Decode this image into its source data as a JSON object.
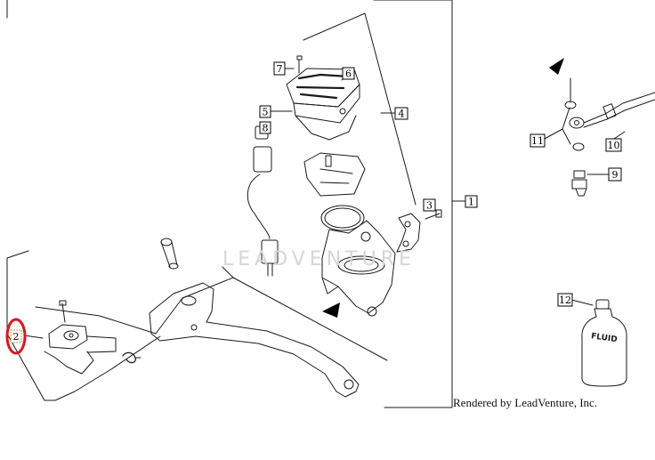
{
  "diagram": {
    "credit": "Rendered by LeadVenture, Inc.",
    "watermark": "LEADVENTURE",
    "fluid_label": "FLUID",
    "parts": [
      {
        "number": "1"
      },
      {
        "number": "2"
      },
      {
        "number": "3"
      },
      {
        "number": "4"
      },
      {
        "number": "5"
      },
      {
        "number": "6"
      },
      {
        "number": "7"
      },
      {
        "number": "8"
      },
      {
        "number": "9"
      },
      {
        "number": "10"
      },
      {
        "number": "11"
      },
      {
        "number": "12"
      }
    ],
    "highlight": {
      "part": "2",
      "color": "#e0141e"
    },
    "colors": {
      "line": "#1a1a1a",
      "highlight": "#e0141e",
      "watermark": "#d6d6d6"
    }
  }
}
